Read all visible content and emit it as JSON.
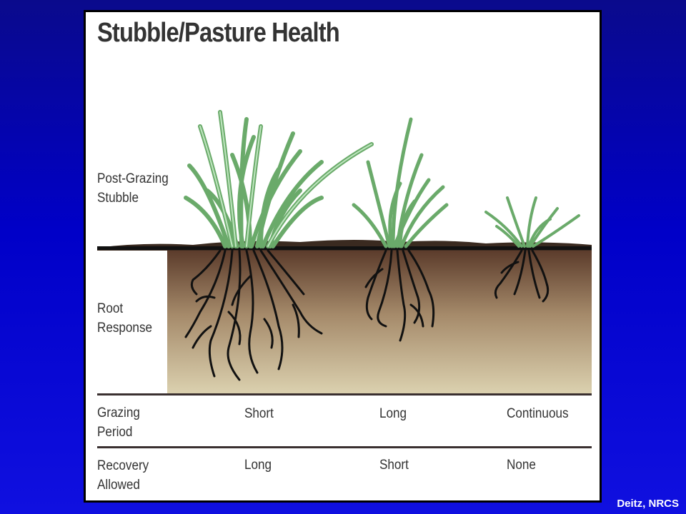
{
  "diagram": {
    "title": "Stubble/Pasture Health",
    "row_labels": {
      "stubble": [
        "Post-Grazing",
        "Stubble"
      ],
      "root": [
        "Root",
        "Response"
      ],
      "grazing": [
        "Grazing",
        "Period"
      ],
      "recovery": [
        "Recovery",
        "Allowed"
      ]
    },
    "columns": [
      {
        "grazing_period": "Short",
        "recovery_allowed": "Long"
      },
      {
        "grazing_period": "Long",
        "recovery_allowed": "Short"
      },
      {
        "grazing_period": "Continuous",
        "recovery_allowed": "None"
      }
    ]
  },
  "colors": {
    "grass": "#8ccc8c",
    "grass_stroke": "#5a9a5a",
    "soil_top": "#5a3a2a",
    "soil_bottom": "#d8ccaa",
    "roots": "#111111"
  },
  "credit": "Deitz, NRCS"
}
